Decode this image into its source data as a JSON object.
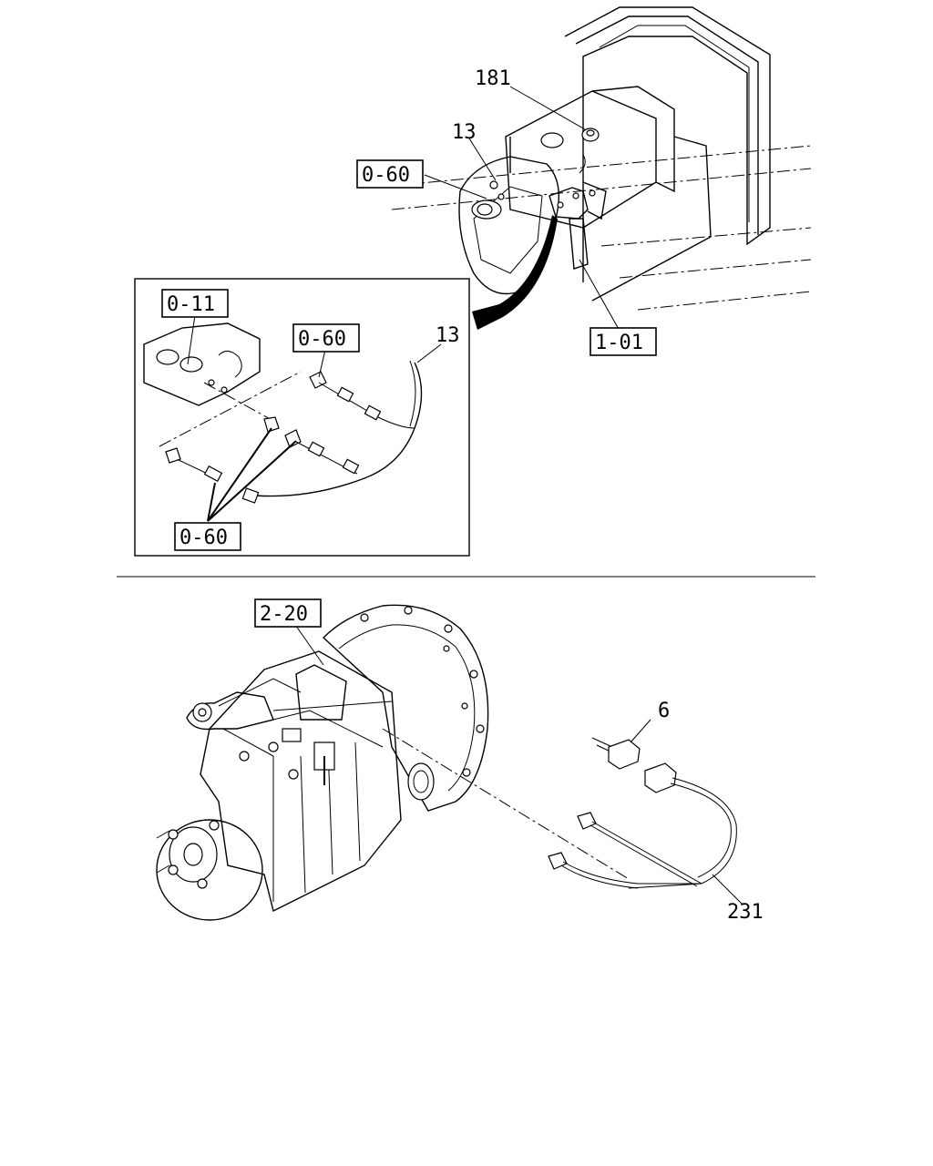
{
  "refs": {
    "top": {
      "r181": "181",
      "r13_top": "13",
      "r060_top": "0-60",
      "r101": "1-01"
    },
    "inset": {
      "r011": "0-11",
      "r060_mid": "0-60",
      "r13_inset": "13",
      "r060_bottom": "0-60"
    },
    "bottom": {
      "r220": "2-20",
      "r6": "6",
      "r231": "231"
    }
  }
}
